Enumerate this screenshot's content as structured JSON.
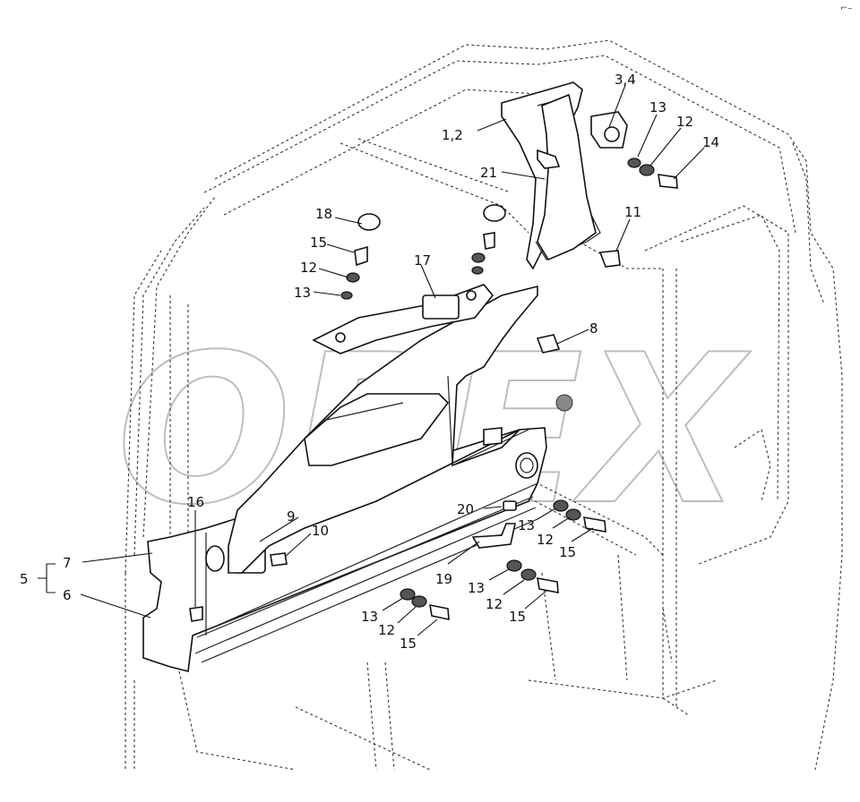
{
  "watermark": "OPEX",
  "corner_mark": "⌐–",
  "callouts": {
    "c1_2": "1,2",
    "c3_4": "3,4",
    "c5": "5",
    "c6": "6",
    "c7": "7",
    "c8": "8",
    "c9": "9",
    "c10": "10",
    "c11": "11",
    "c12_a": "12",
    "c12_b": "12",
    "c12_c": "12",
    "c12_d": "12",
    "c12_e": "12",
    "c13_a": "13",
    "c13_b": "13",
    "c13_c": "13",
    "c13_d": "13",
    "c13_e": "13",
    "c14": "14",
    "c15_a": "15",
    "c15_b": "15",
    "c15_c": "15",
    "c15_d": "15",
    "c16": "16",
    "c17": "17",
    "c18": "18",
    "c19": "19",
    "c20": "20",
    "c21": "21"
  }
}
